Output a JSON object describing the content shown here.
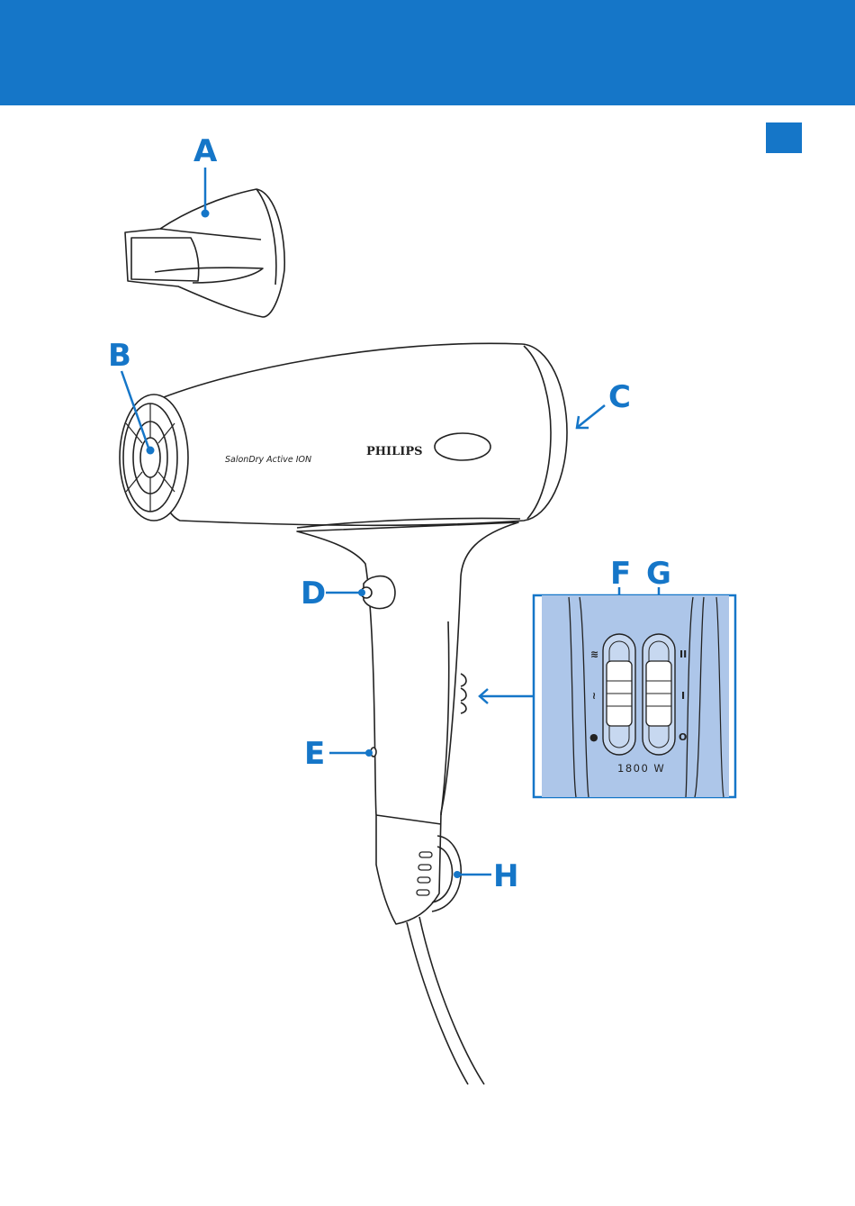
{
  "brand": "PHILIPS",
  "model": "SalonDry Active ION",
  "wattage": "1800 W",
  "callouts": {
    "a": "A",
    "b": "B",
    "c": "C",
    "d": "D",
    "e": "E",
    "f": "F",
    "g": "G",
    "h": "H"
  },
  "switch_markings": {
    "temperature_high": "≋",
    "temperature_low": "≀",
    "temperature_cool": "●",
    "speed_high": "II",
    "speed_low": "I",
    "speed_off": "O"
  },
  "colors": {
    "accent": "#1576c8",
    "inset_background": "#adc6e9",
    "outline": "#222222"
  }
}
